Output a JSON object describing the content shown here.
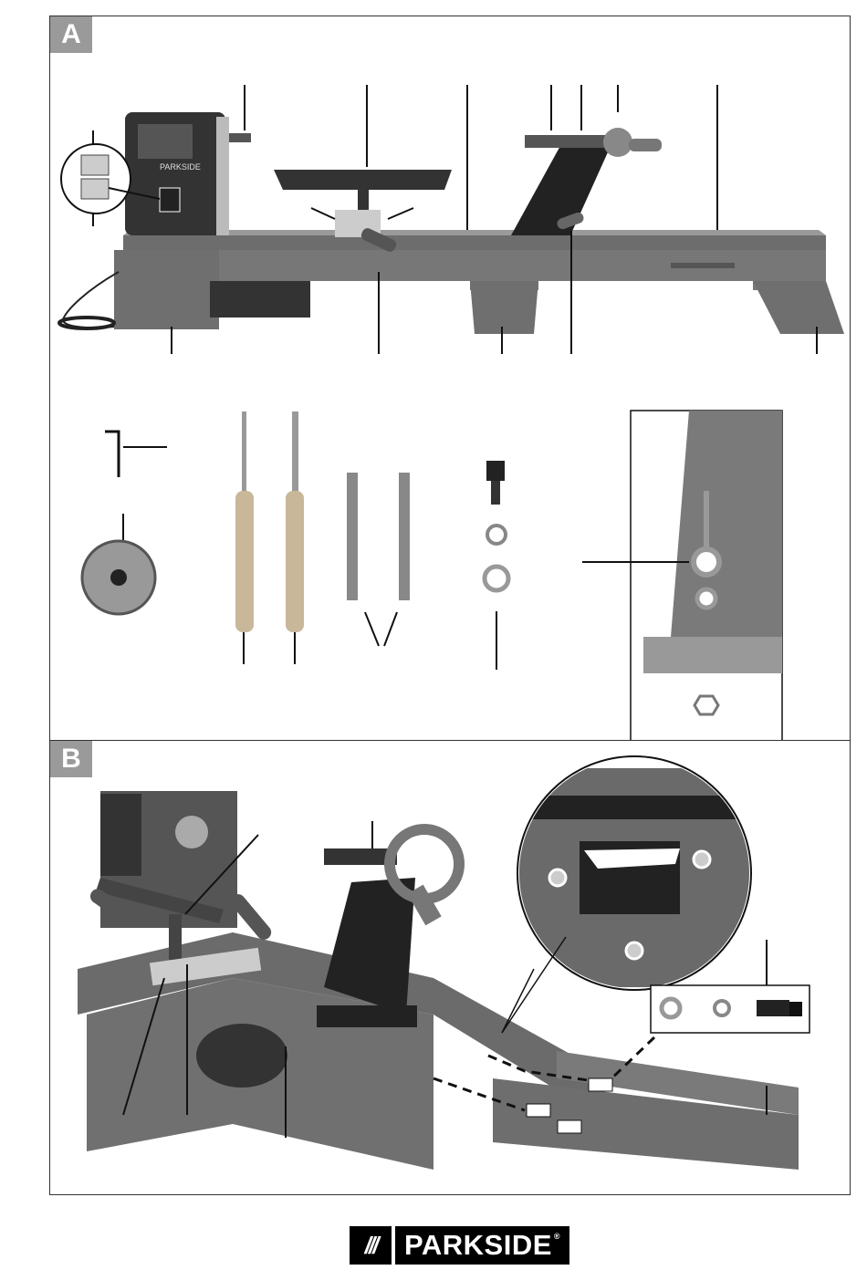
{
  "panels": {
    "a": {
      "label": "A"
    },
    "b": {
      "label": "B"
    }
  },
  "lathe_label": "PARKSIDE",
  "logo": {
    "slashes": "///",
    "text": "PARKSIDE",
    "mark": "®"
  }
}
